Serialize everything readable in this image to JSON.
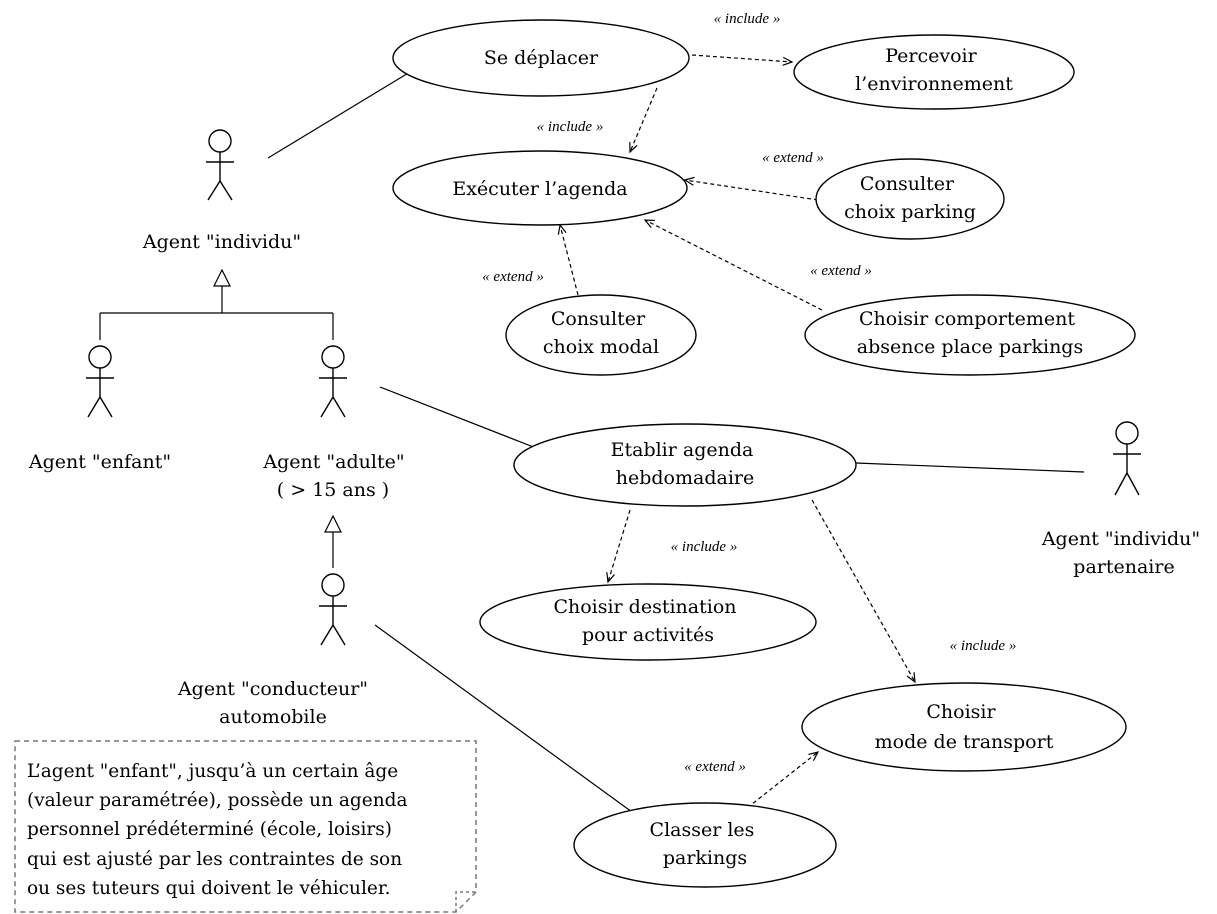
{
  "actors": {
    "individu": [
      "Agent  \"individu\""
    ],
    "enfant": [
      "Agent  \"enfant\""
    ],
    "adulte": [
      "Agent  \"adulte\"",
      "( > 15 ans )"
    ],
    "conducteur": [
      "Agent  \"conducteur\"",
      "automobile"
    ],
    "partenaire": [
      "Agent  \"individu\"",
      "partenaire"
    ]
  },
  "use_cases": {
    "se_deplacer": [
      "Se déplacer"
    ],
    "percevoir": [
      "Percevoir",
      "l’environnement"
    ],
    "executer": [
      "Exécuter l’agenda"
    ],
    "consulter_parking": [
      "Consulter",
      "choix parking"
    ],
    "consulter_modal": [
      "Consulter",
      "choix modal"
    ],
    "choisir_comportement": [
      "Choisir comportement",
      "absence place parkings"
    ],
    "etablir": [
      "Etablir agenda",
      "hebdomadaire"
    ],
    "choisir_destination": [
      "Choisir destination",
      "pour activités"
    ],
    "choisir_mode": [
      "Choisir",
      "mode de transport"
    ],
    "classer": [
      "Classer les",
      "parkings"
    ]
  },
  "stereotypes": {
    "include_percevoir": "« include »",
    "include_executer": "« include »",
    "extend_parking": "« extend »",
    "extend_modal": "« extend »",
    "extend_comportement": "« extend »",
    "include_destination": "« include »",
    "include_mode": "« include »",
    "extend_classer": "« extend »"
  },
  "note": {
    "lines": [
      "L’agent \"enfant\", jusqu’à un certain âge",
      "(valeur paramétrée), possède un agenda",
      "personnel prédéterminé (école, loisirs)",
      "qui est ajusté par les contraintes de son",
      "ou ses tuteurs qui doivent le véhiculer."
    ]
  }
}
